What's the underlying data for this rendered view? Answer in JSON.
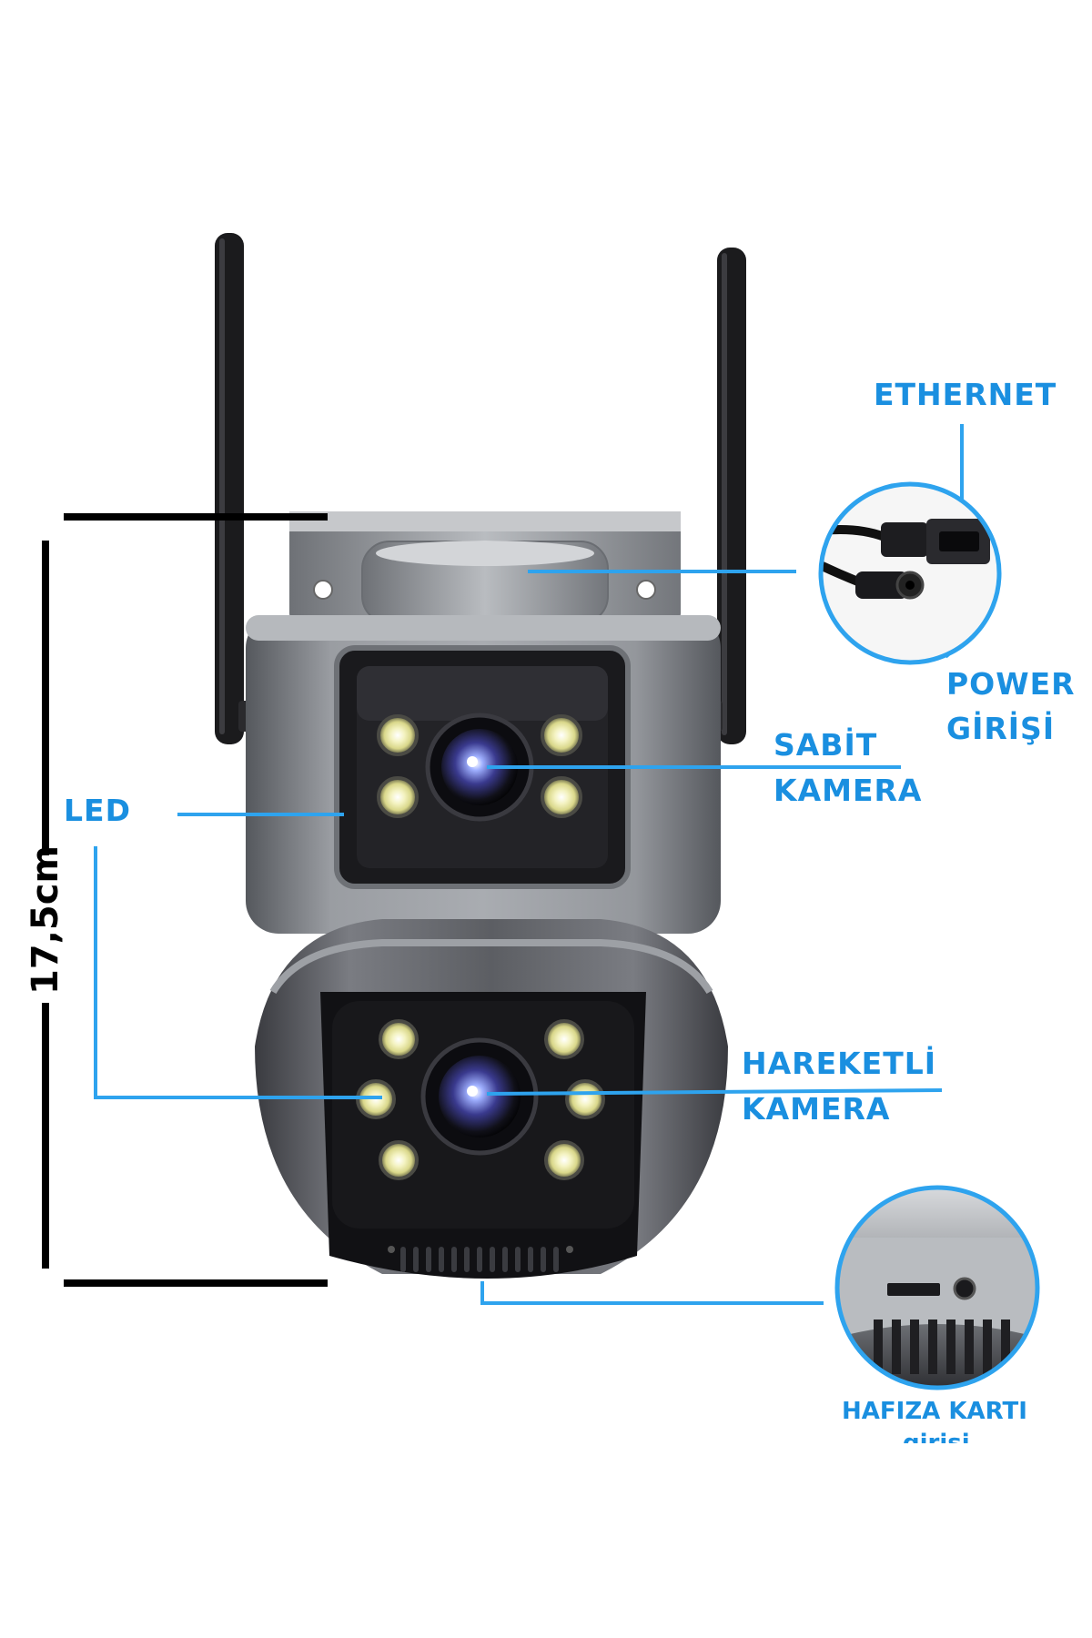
{
  "colors": {
    "label_blue": "#1a8fe0",
    "line_blue": "#2ea3ee",
    "dimension_black": "#000000",
    "body_silver": "#8a8d92",
    "dome_dark": "#2b2c30",
    "antenna_black": "#1b1b1d"
  },
  "labels": {
    "ethernet": "ETHERNET",
    "power_line1": "POWER",
    "power_line2": "GİRİŞİ",
    "fixed_cam_line1": "SABİT",
    "fixed_cam_line2": "KAMERA",
    "led": "LED",
    "ptz_cam_line1": "HAREKETLİ",
    "ptz_cam_line2": "KAMERA",
    "memory_card_line1": "HAFIZA KARTI",
    "memory_card_line2": "girişi"
  },
  "dimension": {
    "height_text": "17,5cm"
  },
  "icons": {
    "ethernet_connector": "ethernet-cable-icon",
    "power_connector": "dc-power-plug-icon",
    "sd_slot": "sd-card-slot-icon"
  }
}
